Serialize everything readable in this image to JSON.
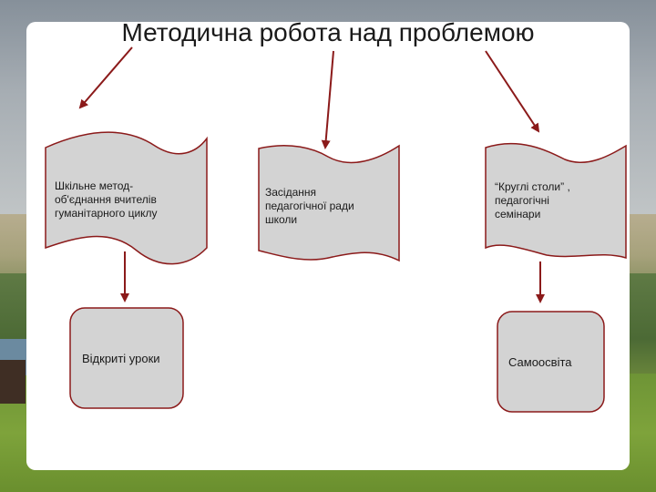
{
  "title": "Методична робота над проблемою",
  "nodes": [
    {
      "id": "box1",
      "label": "Шкільне метод-\nоб'єднання вчителів\nгуманітарного циклу",
      "shape": "document"
    },
    {
      "id": "box2",
      "label": "Засідання\nпедагогічної ради\nшколи",
      "shape": "document"
    },
    {
      "id": "box3",
      "label": "“Круглі столи” ,\nпедагогічні\nсемінари",
      "shape": "document"
    },
    {
      "id": "box4",
      "label": "Відкриті уроки",
      "shape": "rounded-rect"
    },
    {
      "id": "box5",
      "label": "Самоосвіта",
      "shape": "rounded-rect"
    }
  ],
  "edges": [
    {
      "from": "title",
      "to": "box1"
    },
    {
      "from": "title",
      "to": "box2"
    },
    {
      "from": "title",
      "to": "box3"
    },
    {
      "from": "box1",
      "to": "box4"
    },
    {
      "from": "box3",
      "to": "box5"
    }
  ],
  "colors": {
    "shape_fill": "#d3d3d3",
    "shape_stroke": "#8b1a1a",
    "arrow": "#8b1a1a"
  }
}
